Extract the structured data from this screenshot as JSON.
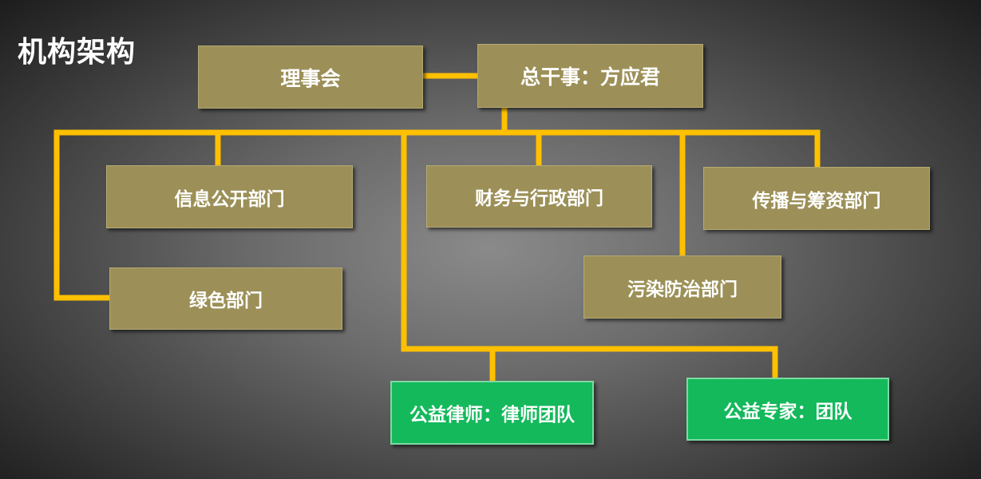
{
  "title": "机构架构",
  "colors": {
    "connector": "#ffc000",
    "department_box": "#9c9058",
    "team_box": "#13b95b",
    "text": "#ffffff"
  },
  "nodes": {
    "board": "理事会",
    "director_general": "总干事：方应君",
    "info_disclosure": "信息公开部门",
    "finance_admin": "财务与行政部门",
    "communication_fundraising": "传播与筹资部门",
    "green": "绿色部门",
    "pollution_control": "污染防治部门",
    "pro_bono_lawyers": "公益律师：律师团队",
    "pro_bono_experts": "公益专家：团队"
  }
}
